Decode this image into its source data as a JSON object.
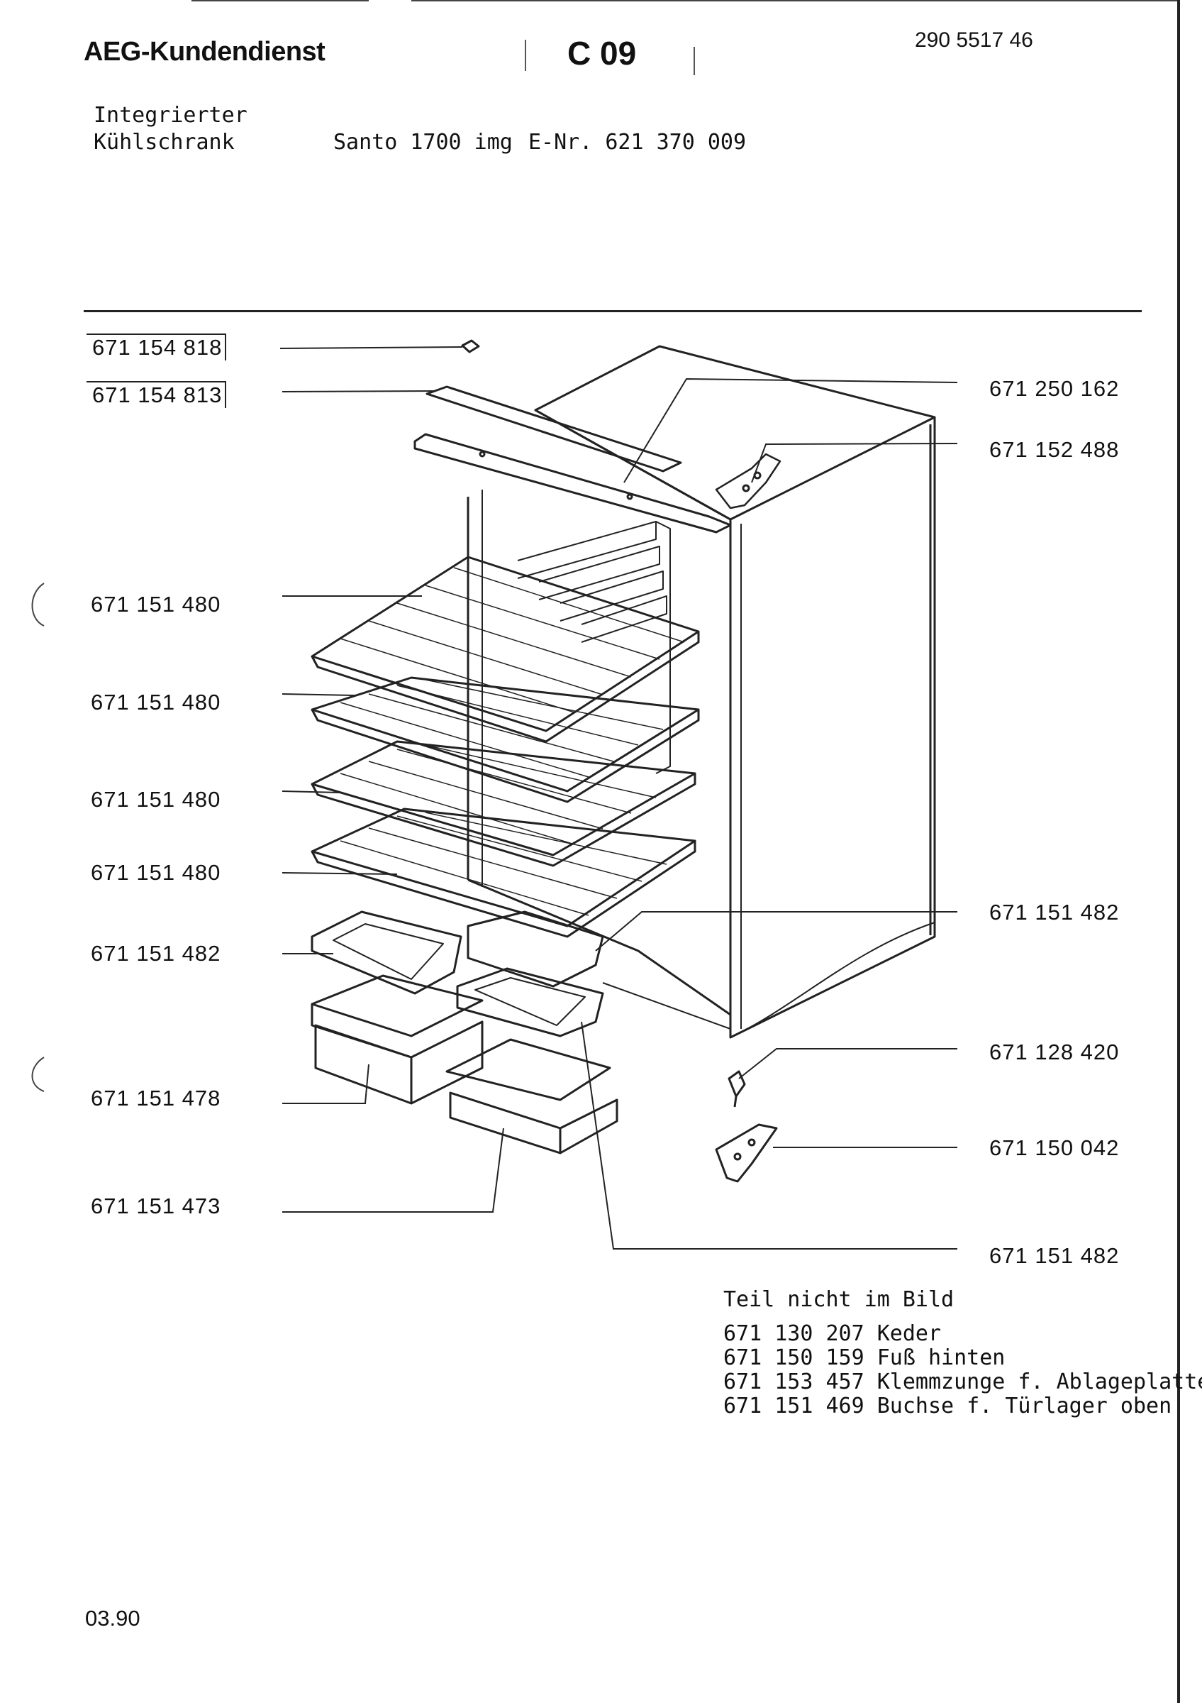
{
  "header": {
    "brand": "AEG-Kundendienst",
    "sheet": "C 09",
    "doc_number": "290 5517 46",
    "product_line1": "Integrierter",
    "product_line2": "Kühlschrank",
    "model": "Santo 1700 img",
    "e_nr": "E-Nr. 621 370 009"
  },
  "parts_left": [
    {
      "id": "pl1",
      "number": "671 154 818",
      "boxed": true
    },
    {
      "id": "pl2",
      "number": "671 154 813",
      "boxed": true
    },
    {
      "id": "pl3",
      "number": "671 151 480",
      "boxed": false
    },
    {
      "id": "pl4",
      "number": "671 151 480",
      "boxed": false
    },
    {
      "id": "pl5",
      "number": "671 151 480",
      "boxed": false
    },
    {
      "id": "pl6",
      "number": "671 151 480",
      "boxed": false
    },
    {
      "id": "pl7",
      "number": "671 151 482",
      "boxed": false
    },
    {
      "id": "pl8",
      "number": "671 151 478",
      "boxed": false
    },
    {
      "id": "pl9",
      "number": "671 151 473",
      "boxed": false
    }
  ],
  "parts_right": [
    {
      "id": "pr1",
      "number": "671 250 162"
    },
    {
      "id": "pr2",
      "number": "671 152 488"
    },
    {
      "id": "pr3",
      "number": "671 151 482"
    },
    {
      "id": "pr4",
      "number": "671 128 420"
    },
    {
      "id": "pr5",
      "number": "671 150 042"
    },
    {
      "id": "pr6",
      "number": "671 151 482"
    }
  ],
  "not_pictured": {
    "heading": "Teil nicht im Bild",
    "items": [
      {
        "number": "671 130 207",
        "name": "Keder"
      },
      {
        "number": "671 150 159",
        "name": "Fuß hinten"
      },
      {
        "number": "671 153 457",
        "name": "Klemmzunge f. Ablageplatte"
      },
      {
        "number": "671 151 469",
        "name": "Buchse f. Türlager oben"
      }
    ]
  },
  "footer": {
    "date": "03.90"
  }
}
